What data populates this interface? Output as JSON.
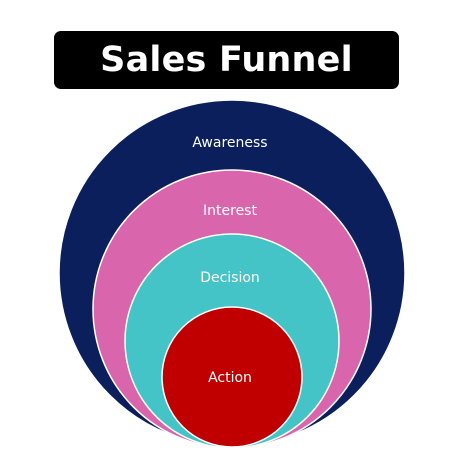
{
  "title": "Sales Funnel",
  "stages": [
    {
      "label": "Awareness",
      "color": "#0a1f5c"
    },
    {
      "label": "Interest",
      "color": "#d966ad"
    },
    {
      "label": "Decision",
      "color": "#45c4c8"
    },
    {
      "label": "Action",
      "color": "#c00000"
    }
  ]
}
